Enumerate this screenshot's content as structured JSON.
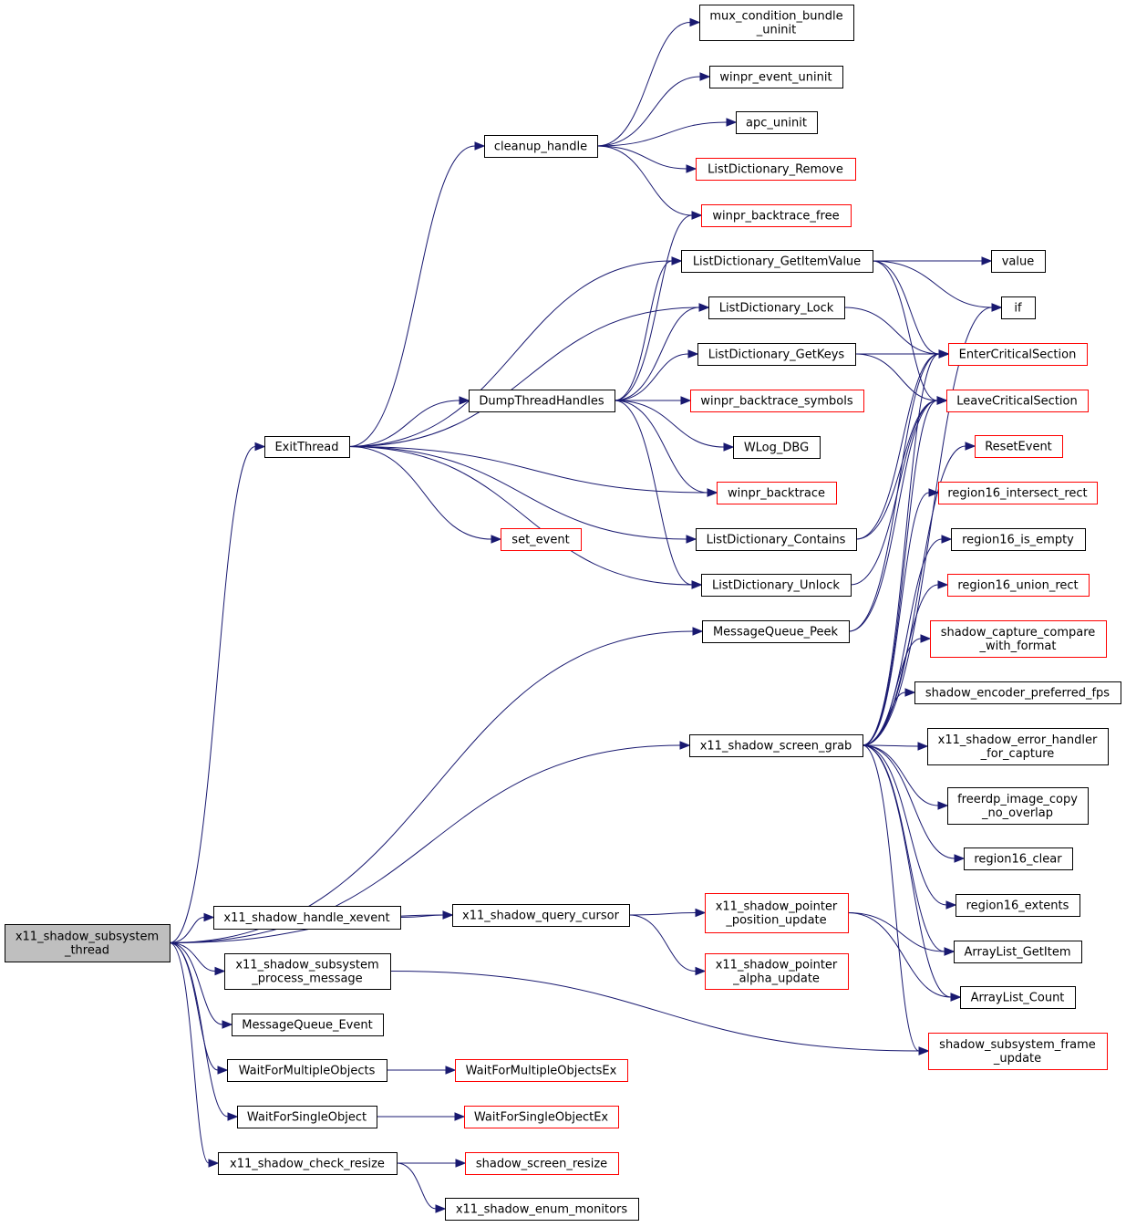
{
  "colors": {
    "edge": "#191970",
    "root_fill": "#bfbfbf",
    "border_normal": "#000000",
    "border_red": "#ff0000"
  },
  "nodes": [
    {
      "id": "root",
      "lines": [
        "x11_shadow_subsystem",
        "_thread"
      ],
      "style": "root"
    },
    {
      "id": "exit",
      "lines": [
        "ExitThread"
      ],
      "style": "black"
    },
    {
      "id": "cleanup",
      "lines": [
        "cleanup_handle"
      ],
      "style": "black"
    },
    {
      "id": "mux",
      "lines": [
        "mux_condition_bundle",
        "_uninit"
      ],
      "style": "black"
    },
    {
      "id": "wpeu",
      "lines": [
        "winpr_event_uninit"
      ],
      "style": "black"
    },
    {
      "id": "apc",
      "lines": [
        "apc_uninit"
      ],
      "style": "black"
    },
    {
      "id": "ldrem",
      "lines": [
        "ListDictionary_Remove"
      ],
      "style": "red"
    },
    {
      "id": "wbfree",
      "lines": [
        "winpr_backtrace_free"
      ],
      "style": "red"
    },
    {
      "id": "ldgiv",
      "lines": [
        "ListDictionary_GetItemValue"
      ],
      "style": "black"
    },
    {
      "id": "value",
      "lines": [
        "value"
      ],
      "style": "black"
    },
    {
      "id": "if",
      "lines": [
        "if"
      ],
      "style": "black"
    },
    {
      "id": "ldlock",
      "lines": [
        "ListDictionary_Lock"
      ],
      "style": "black"
    },
    {
      "id": "ecs",
      "lines": [
        "EnterCriticalSection"
      ],
      "style": "red"
    },
    {
      "id": "ldgk",
      "lines": [
        "ListDictionary_GetKeys"
      ],
      "style": "black"
    },
    {
      "id": "dump",
      "lines": [
        "DumpThreadHandles"
      ],
      "style": "black"
    },
    {
      "id": "wbsym",
      "lines": [
        "winpr_backtrace_symbols"
      ],
      "style": "red"
    },
    {
      "id": "lcs",
      "lines": [
        "LeaveCriticalSection"
      ],
      "style": "red"
    },
    {
      "id": "wlog",
      "lines": [
        "WLog_DBG"
      ],
      "style": "black"
    },
    {
      "id": "reset",
      "lines": [
        "ResetEvent"
      ],
      "style": "red"
    },
    {
      "id": "wbt",
      "lines": [
        "winpr_backtrace"
      ],
      "style": "red"
    },
    {
      "id": "r16ir",
      "lines": [
        "region16_intersect_rect"
      ],
      "style": "red"
    },
    {
      "id": "setev",
      "lines": [
        "set_event"
      ],
      "style": "red"
    },
    {
      "id": "ldcont",
      "lines": [
        "ListDictionary_Contains"
      ],
      "style": "black"
    },
    {
      "id": "r16ie",
      "lines": [
        "region16_is_empty"
      ],
      "style": "black"
    },
    {
      "id": "ldunl",
      "lines": [
        "ListDictionary_Unlock"
      ],
      "style": "black"
    },
    {
      "id": "r16ur",
      "lines": [
        "region16_union_rect"
      ],
      "style": "red"
    },
    {
      "id": "mqpeek",
      "lines": [
        "MessageQueue_Peek"
      ],
      "style": "black"
    },
    {
      "id": "sccwf",
      "lines": [
        "shadow_capture_compare",
        "_with_format"
      ],
      "style": "red"
    },
    {
      "id": "sepf",
      "lines": [
        "shadow_encoder_preferred_fps"
      ],
      "style": "black"
    },
    {
      "id": "grab",
      "lines": [
        "x11_shadow_screen_grab"
      ],
      "style": "black"
    },
    {
      "id": "xseh",
      "lines": [
        "x11_shadow_error_handler",
        "_for_capture"
      ],
      "style": "black"
    },
    {
      "id": "ficno",
      "lines": [
        "freerdp_image_copy",
        "_no_overlap"
      ],
      "style": "black"
    },
    {
      "id": "r16c",
      "lines": [
        "region16_clear"
      ],
      "style": "black"
    },
    {
      "id": "r16e",
      "lines": [
        "region16_extents"
      ],
      "style": "black"
    },
    {
      "id": "xhx",
      "lines": [
        "x11_shadow_handle_xevent"
      ],
      "style": "black"
    },
    {
      "id": "xqc",
      "lines": [
        "x11_shadow_query_cursor"
      ],
      "style": "black"
    },
    {
      "id": "xppu",
      "lines": [
        "x11_shadow_pointer",
        "_position_update"
      ],
      "style": "red"
    },
    {
      "id": "algi",
      "lines": [
        "ArrayList_GetItem"
      ],
      "style": "black"
    },
    {
      "id": "xspm",
      "lines": [
        "x11_shadow_subsystem",
        "_process_message"
      ],
      "style": "black"
    },
    {
      "id": "xpau",
      "lines": [
        "x11_shadow_pointer",
        "_alpha_update"
      ],
      "style": "red"
    },
    {
      "id": "alc",
      "lines": [
        "ArrayList_Count"
      ],
      "style": "black"
    },
    {
      "id": "mqev",
      "lines": [
        "MessageQueue_Event"
      ],
      "style": "black"
    },
    {
      "id": "ssfu",
      "lines": [
        "shadow_subsystem_frame",
        "_update"
      ],
      "style": "red"
    },
    {
      "id": "wfmo",
      "lines": [
        "WaitForMultipleObjects"
      ],
      "style": "black"
    },
    {
      "id": "wfmoex",
      "lines": [
        "WaitForMultipleObjectsEx"
      ],
      "style": "red"
    },
    {
      "id": "wfso",
      "lines": [
        "WaitForSingleObject"
      ],
      "style": "black"
    },
    {
      "id": "wfsoex",
      "lines": [
        "WaitForSingleObjectEx"
      ],
      "style": "red"
    },
    {
      "id": "xcr",
      "lines": [
        "x11_shadow_check_resize"
      ],
      "style": "black"
    },
    {
      "id": "ssr",
      "lines": [
        "shadow_screen_resize"
      ],
      "style": "red"
    },
    {
      "id": "xem",
      "lines": [
        "x11_shadow_enum_monitors"
      ],
      "style": "black"
    }
  ],
  "edges": [
    [
      "root",
      "exit"
    ],
    [
      "root",
      "grab"
    ],
    [
      "root",
      "mqpeek"
    ],
    [
      "root",
      "xhx"
    ],
    [
      "root",
      "xqc"
    ],
    [
      "root",
      "xspm"
    ],
    [
      "root",
      "mqev"
    ],
    [
      "root",
      "wfmo"
    ],
    [
      "root",
      "wfso"
    ],
    [
      "root",
      "xcr"
    ],
    [
      "exit",
      "cleanup"
    ],
    [
      "exit",
      "ldgiv"
    ],
    [
      "exit",
      "ldlock"
    ],
    [
      "exit",
      "dump"
    ],
    [
      "exit",
      "wbt"
    ],
    [
      "exit",
      "setev"
    ],
    [
      "exit",
      "ldcont"
    ],
    [
      "exit",
      "ldunl"
    ],
    [
      "cleanup",
      "mux"
    ],
    [
      "cleanup",
      "wpeu"
    ],
    [
      "cleanup",
      "apc"
    ],
    [
      "cleanup",
      "ldrem"
    ],
    [
      "cleanup",
      "wbfree"
    ],
    [
      "ldgiv",
      "value"
    ],
    [
      "ldgiv",
      "if"
    ],
    [
      "ldgiv",
      "ecs"
    ],
    [
      "ldgiv",
      "lcs"
    ],
    [
      "ldlock",
      "ecs"
    ],
    [
      "ldgk",
      "ecs"
    ],
    [
      "ldgk",
      "lcs"
    ],
    [
      "dump",
      "wbfree"
    ],
    [
      "dump",
      "ldgiv"
    ],
    [
      "dump",
      "ldlock"
    ],
    [
      "dump",
      "ldgk"
    ],
    [
      "dump",
      "wbsym"
    ],
    [
      "dump",
      "wlog"
    ],
    [
      "dump",
      "wbt"
    ],
    [
      "dump",
      "ldunl"
    ],
    [
      "ldcont",
      "ecs"
    ],
    [
      "ldcont",
      "lcs"
    ],
    [
      "ldunl",
      "lcs"
    ],
    [
      "mqpeek",
      "ecs"
    ],
    [
      "mqpeek",
      "lcs"
    ],
    [
      "grab",
      "if"
    ],
    [
      "grab",
      "ecs"
    ],
    [
      "grab",
      "lcs"
    ],
    [
      "grab",
      "reset"
    ],
    [
      "grab",
      "r16ir"
    ],
    [
      "grab",
      "r16ie"
    ],
    [
      "grab",
      "r16ur"
    ],
    [
      "grab",
      "sccwf"
    ],
    [
      "grab",
      "sepf"
    ],
    [
      "grab",
      "xseh"
    ],
    [
      "grab",
      "ficno"
    ],
    [
      "grab",
      "r16c"
    ],
    [
      "grab",
      "r16e"
    ],
    [
      "grab",
      "algi"
    ],
    [
      "grab",
      "alc"
    ],
    [
      "grab",
      "ssfu"
    ],
    [
      "xhx",
      "xqc"
    ],
    [
      "xqc",
      "xppu"
    ],
    [
      "xqc",
      "xpau"
    ],
    [
      "xppu",
      "algi"
    ],
    [
      "xppu",
      "alc"
    ],
    [
      "xspm",
      "ssfu"
    ],
    [
      "wfmo",
      "wfmoex"
    ],
    [
      "wfso",
      "wfsoex"
    ],
    [
      "xcr",
      "ssr"
    ],
    [
      "xcr",
      "xem"
    ]
  ]
}
